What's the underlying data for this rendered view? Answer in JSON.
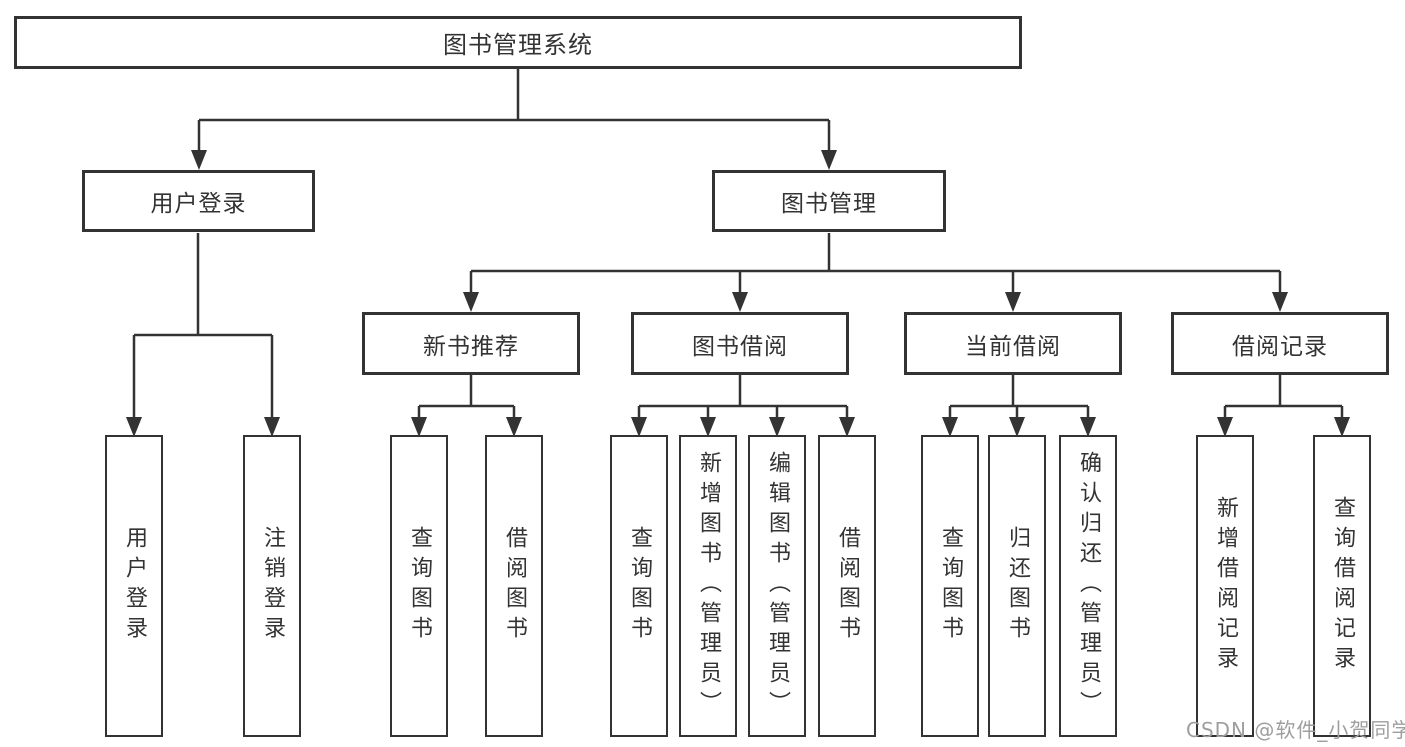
{
  "diagram": {
    "tree": {
      "label": "图书管理系统",
      "children": [
        {
          "label": "用户登录",
          "children": [
            {
              "label": "用户登录"
            },
            {
              "label": "注销登录"
            }
          ]
        },
        {
          "label": "图书管理",
          "children": [
            {
              "label": "新书推荐",
              "children": [
                {
                  "label": "查询图书"
                },
                {
                  "label": "借阅图书"
                }
              ]
            },
            {
              "label": "图书借阅",
              "children": [
                {
                  "label": "查询图书"
                },
                {
                  "label": "新增图书（管理员）"
                },
                {
                  "label": "编辑图书（管理员）"
                },
                {
                  "label": "借阅图书"
                }
              ]
            },
            {
              "label": "当前借阅",
              "children": [
                {
                  "label": "查询图书"
                },
                {
                  "label": "归还图书"
                },
                {
                  "label": "确认归还（管理员）"
                }
              ]
            },
            {
              "label": "借阅记录",
              "children": [
                {
                  "label": "新增借阅记录"
                },
                {
                  "label": "查询借阅记录"
                }
              ]
            }
          ]
        }
      ]
    },
    "colors": {
      "line": "#333333",
      "text": "#333333",
      "box_background": "#ffffff",
      "watermark": "#9e9e9e"
    },
    "watermark": "CSDN @软件_小贺同学"
  }
}
